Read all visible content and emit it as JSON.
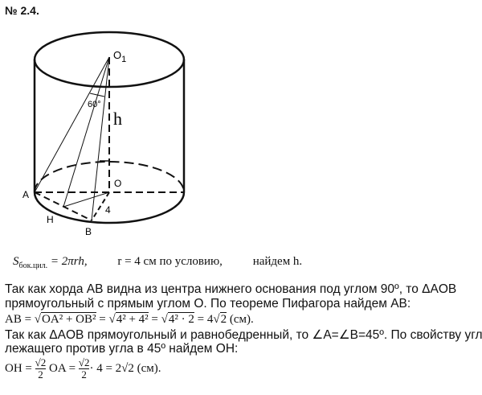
{
  "title": "№ 2.4.",
  "figure": {
    "labels": {
      "O1": "O",
      "O1_sub": "1",
      "O": "O",
      "A": "A",
      "B": "B",
      "H": "H",
      "h": "h",
      "angle": "60°",
      "radius": "4"
    }
  },
  "formula_area": {
    "S": "S",
    "S_sub": "бок.цил.",
    "S_rhs": " = 2πrh,",
    "r_cond": "r = 4 см по условию,",
    "find_h": "найдем h."
  },
  "paragraphs": [
    "Так как хорда AB видна из центра нижнего основания под углом 90º, то ΔAOB",
    "прямоугольный с прямым углом O. По теореме Пифагора найдем AB:",
    "Так как ΔAOB прямоугольный и равнобедренный, то ∠A=∠B=45º. По свойству угла,",
    "лежащего против угла в 45º найдем OH:"
  ],
  "formula_ab": {
    "lhs": "AB = ",
    "r1": "OA² + OB²",
    "eq1": " = ",
    "r2": "4² + 4²",
    "eq2": " = ",
    "r3": "4² · 2",
    "eq3": " = 4",
    "r4": "2",
    "unit": " (см)."
  },
  "formula_oh": {
    "lhs": "OH = ",
    "num": "√2",
    "den": "2",
    "mid": " OA = ",
    "num2": "√2",
    "den2": "2",
    "tail": "· 4 = 2√2 (см)."
  }
}
